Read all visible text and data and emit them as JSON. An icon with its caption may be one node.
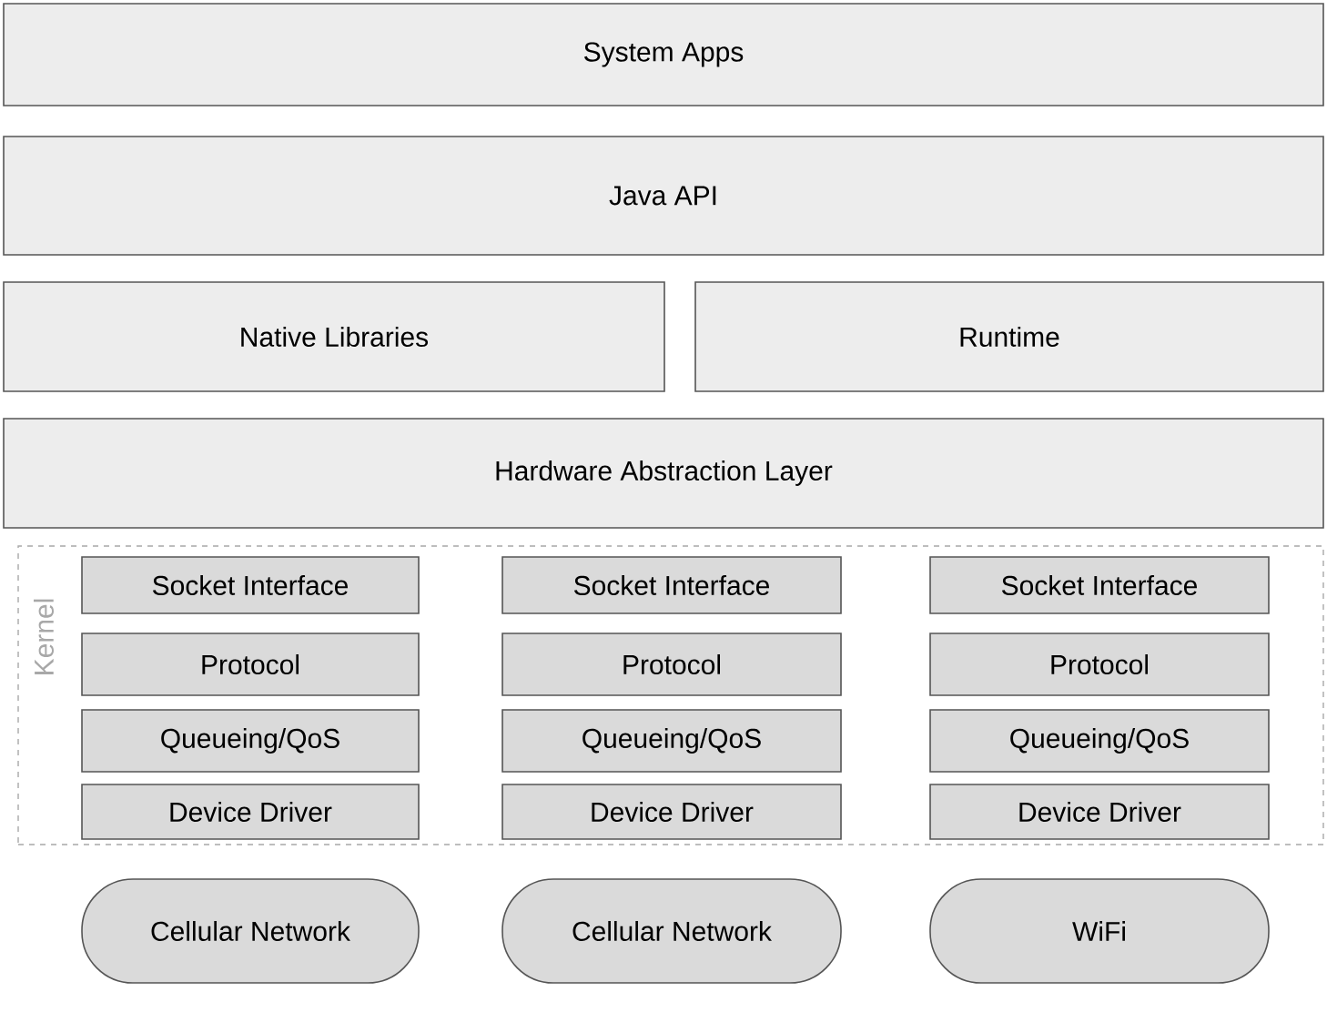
{
  "diagram": {
    "nodes": [
      {
        "text": [
          "System Apps"
        ]
      },
      {
        "text": [
          "Java API"
        ]
      },
      {
        "text": [
          "Native Libraries"
        ]
      },
      {
        "text": [
          "Runtime"
        ]
      },
      {
        "text": [
          "Hardware Abstraction Layer"
        ]
      },
      {
        "text": [
          "Kernel"
        ]
      },
      {
        "text": [
          "Socket Interface"
        ],
        "in": 5
      },
      {
        "text": [
          "Socket Interface"
        ],
        "in": 5
      },
      {
        "text": [
          "Socket Interface"
        ],
        "in": 5
      },
      {
        "text": [
          "Protocol"
        ],
        "in": 5
      },
      {
        "text": [
          "Protocol"
        ],
        "in": 5
      },
      {
        "text": [
          "Protocol"
        ],
        "in": 5
      },
      {
        "text": [
          "Queueing/QoS"
        ],
        "in": 5
      },
      {
        "text": [
          "Queueing/QoS"
        ],
        "in": 5
      },
      {
        "text": [
          "Queueing/QoS"
        ],
        "in": 5
      },
      {
        "text": [
          "Device Driver"
        ],
        "in": 5
      },
      {
        "text": [
          "Device Driver"
        ],
        "in": 5
      },
      {
        "text": [
          "Device Driver"
        ],
        "in": 5
      },
      {
        "text": [
          "Cellular Network"
        ]
      },
      {
        "text": [
          "Cellular Network"
        ]
      },
      {
        "text": [
          "WiFi"
        ]
      }
    ]
  }
}
